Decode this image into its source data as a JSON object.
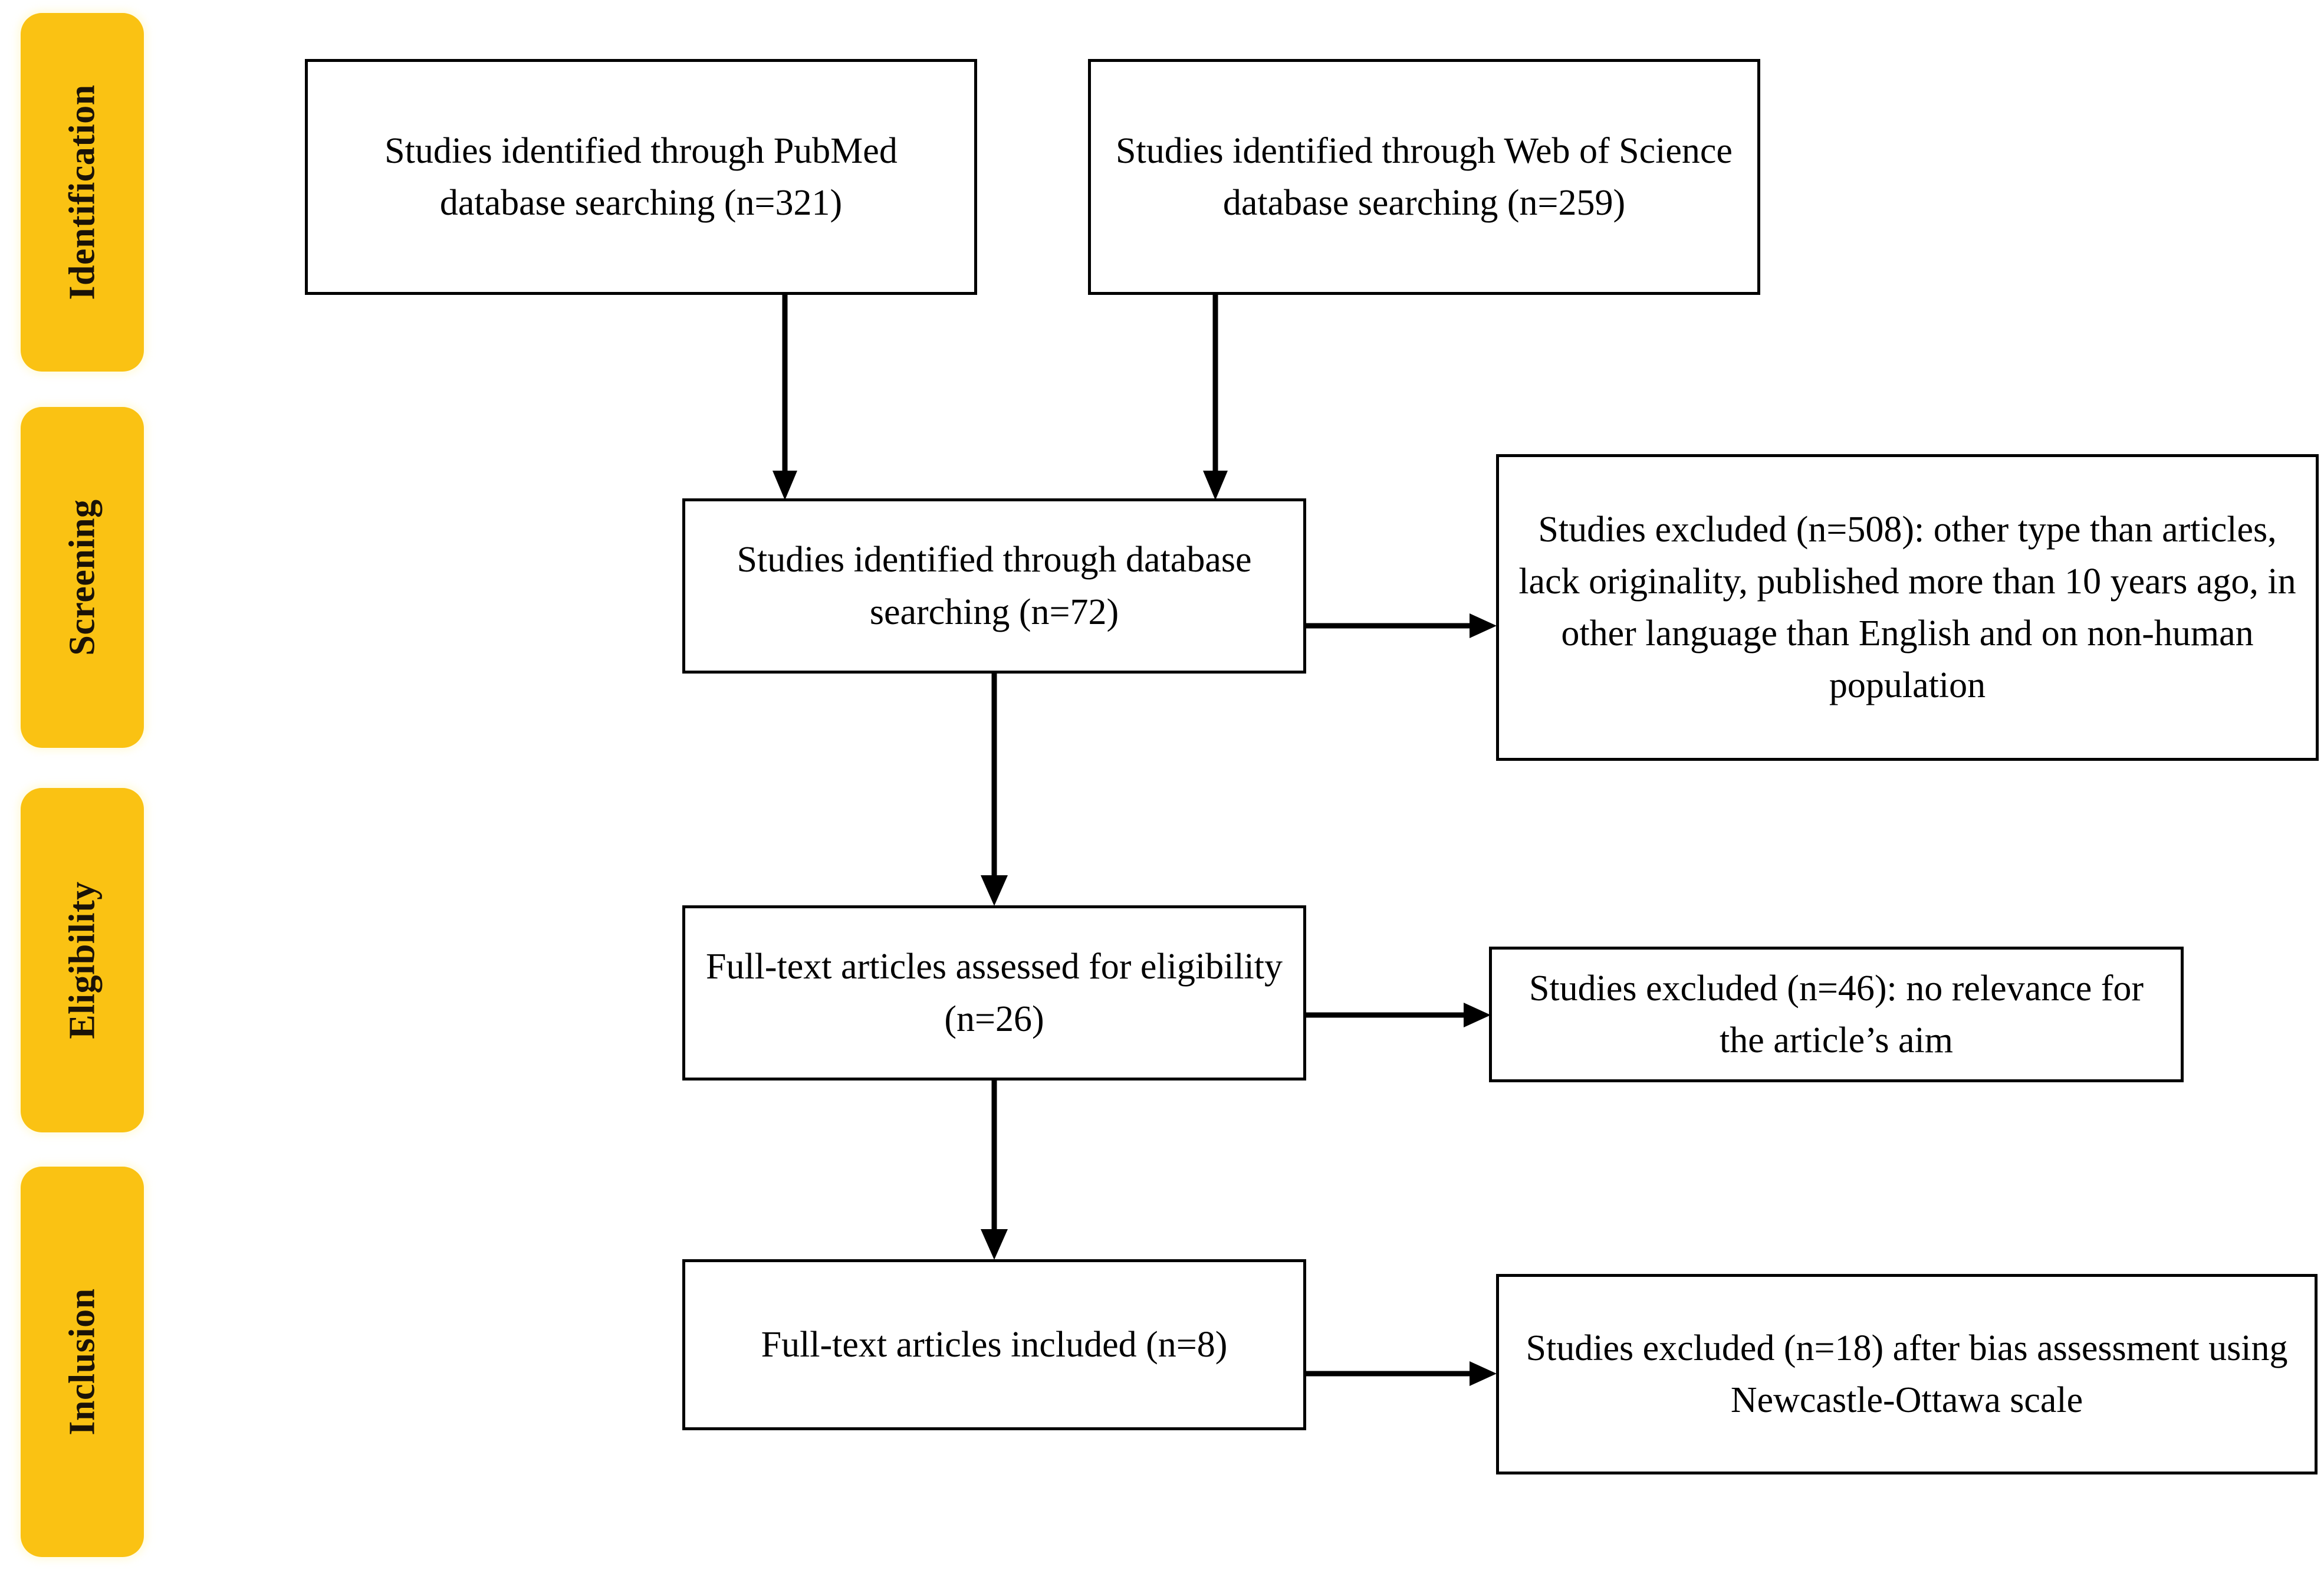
{
  "diagram": {
    "title": "PRISMA study selection flow diagram",
    "type": "flowchart",
    "accent_color": "#FAC213",
    "box_border_color": "#000000",
    "background_color": "#FFFFFF"
  },
  "stages": [
    {
      "id": "identification",
      "label": "Identification"
    },
    {
      "id": "screening",
      "label": "Screening"
    },
    {
      "id": "eligibility",
      "label": "Eligibility"
    },
    {
      "id": "inclusion",
      "label": "Inclusion"
    }
  ],
  "boxes": {
    "pubmed": {
      "id": "pubmed-source",
      "text": "Studies identified through PubMed database searching (n=321)",
      "n": 321,
      "stage": "identification"
    },
    "wos": {
      "id": "web-of-science-source",
      "text": "Studies identified through Web of Science database searching (n=259)",
      "n": 259,
      "stage": "identification"
    },
    "screening": {
      "id": "records-screened",
      "text": "Studies identified through database searching (n=72)",
      "n": 72,
      "stage": "screening"
    },
    "excluded_screening": {
      "id": "records-excluded-screening",
      "text": "Studies excluded (n=508): other type than articles, lack originality, published more than 10 years ago, in other language than English and on non-human population",
      "n": 508,
      "stage": "screening"
    },
    "eligibility": {
      "id": "fulltext-assessed",
      "text": "Full-text articles assessed for eligibility (n=26)",
      "n": 26,
      "stage": "eligibility"
    },
    "excluded_eligibility": {
      "id": "fulltext-excluded-eligibility",
      "text": "Studies excluded (n=46): no relevance for the article’s aim",
      "n": 46,
      "stage": "eligibility"
    },
    "inclusion": {
      "id": "fulltext-included",
      "text": "Full-text articles included (n=8)",
      "n": 8,
      "stage": "inclusion"
    },
    "excluded_inclusion": {
      "id": "excluded-after-bias-assessment",
      "text": "Studies excluded (n=18) after bias assessment using Newcastle-Ottawa scale",
      "n": 18,
      "stage": "inclusion"
    }
  },
  "connectors": [
    {
      "id": "pubmed-to-screening",
      "from": "pubmed",
      "to": "screening",
      "direction": "down"
    },
    {
      "id": "wos-to-screening",
      "from": "wos",
      "to": "screening",
      "direction": "down"
    },
    {
      "id": "screening-to-excluded",
      "from": "screening",
      "to": "excluded_screening",
      "direction": "right"
    },
    {
      "id": "screening-to-eligibility",
      "from": "screening",
      "to": "eligibility",
      "direction": "down"
    },
    {
      "id": "eligibility-to-excluded",
      "from": "eligibility",
      "to": "excluded_eligibility",
      "direction": "right"
    },
    {
      "id": "eligibility-to-inclusion",
      "from": "eligibility",
      "to": "inclusion",
      "direction": "down"
    },
    {
      "id": "inclusion-to-excluded",
      "from": "inclusion",
      "to": "excluded_inclusion",
      "direction": "right"
    }
  ]
}
